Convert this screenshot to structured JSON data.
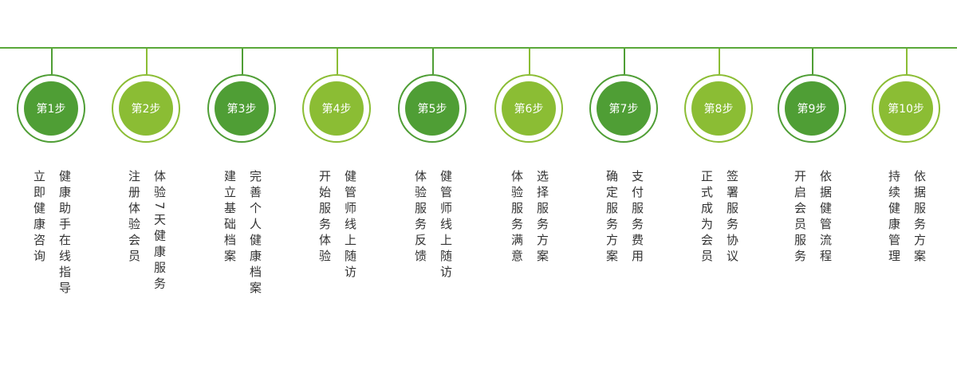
{
  "colors": {
    "dark_green": "#4f9e35",
    "light_green": "#8bbd34",
    "text": "#333333"
  },
  "steps": [
    {
      "label": "第1步",
      "lines": [
        "健康助手在线指导",
        "立即健康咨询"
      ]
    },
    {
      "label": "第2步",
      "lines": [
        "体验7天健康服务",
        "注册体验会员"
      ]
    },
    {
      "label": "第3步",
      "lines": [
        "完善个人健康档案",
        "建立基础档案"
      ]
    },
    {
      "label": "第4步",
      "lines": [
        "健管师线上随访",
        "开始服务体验"
      ]
    },
    {
      "label": "第5步",
      "lines": [
        "健管师线上随访",
        "体验服务反馈"
      ]
    },
    {
      "label": "第6步",
      "lines": [
        "选择服务方案",
        "体验服务满意"
      ]
    },
    {
      "label": "第7步",
      "lines": [
        "支付服务费用",
        "确定服务方案"
      ]
    },
    {
      "label": "第8步",
      "lines": [
        "签署服务协议",
        "正式成为会员"
      ]
    },
    {
      "label": "第9步",
      "lines": [
        "依据健管流程",
        "开启会员服务"
      ]
    },
    {
      "label": "第10步",
      "lines": [
        "依据服务方案",
        "持续健康管理"
      ]
    }
  ]
}
